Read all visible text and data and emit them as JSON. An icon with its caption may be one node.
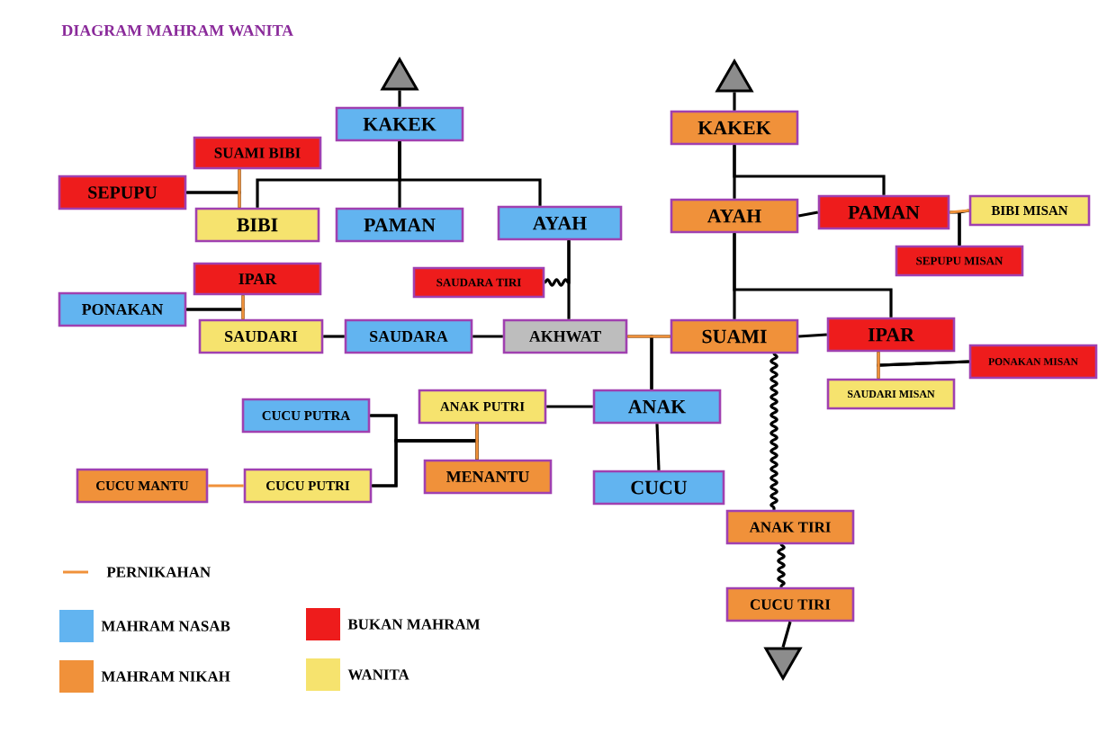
{
  "diagram": {
    "title": "DIAGRAM MAHRAM WANITA",
    "nodes": [
      {
        "text": [
          "KAKEK"
        ]
      },
      {
        "text": [
          "SUAMI BIBI"
        ]
      },
      {
        "text": [
          "SEPUPU"
        ]
      },
      {
        "text": [
          "BIBI"
        ]
      },
      {
        "text": [
          "PAMAN"
        ]
      },
      {
        "text": [
          "AYAH"
        ]
      },
      {
        "text": [
          "SAUDARA TIRI"
        ]
      },
      {
        "text": [
          "IPAR"
        ]
      },
      {
        "text": [
          "PONAKAN"
        ]
      },
      {
        "text": [
          "SAUDARI"
        ]
      },
      {
        "text": [
          "SAUDARA"
        ]
      },
      {
        "text": [
          "AKHWAT"
        ]
      },
      {
        "text": [
          "KAKEK"
        ]
      },
      {
        "text": [
          "AYAH"
        ]
      },
      {
        "text": [
          "PAMAN"
        ]
      },
      {
        "text": [
          "BIBI MISAN"
        ]
      },
      {
        "text": [
          "SEPUPU MISAN"
        ]
      },
      {
        "text": [
          "SUAMI"
        ]
      },
      {
        "text": [
          "IPAR"
        ]
      },
      {
        "text": [
          "PONAKAN MISAN"
        ]
      },
      {
        "text": [
          "SAUDARI MISAN"
        ]
      },
      {
        "text": [
          "CUCU PUTRA"
        ]
      },
      {
        "text": [
          "ANAK PUTRI"
        ]
      },
      {
        "text": [
          "ANAK"
        ]
      },
      {
        "text": [
          "MENANTU"
        ]
      },
      {
        "text": [
          "CUCU MANTU"
        ]
      },
      {
        "text": [
          "CUCU PUTRI"
        ]
      },
      {
        "text": [
          "CUCU"
        ]
      },
      {
        "text": [
          "ANAK TIRI"
        ]
      },
      {
        "text": [
          "CUCU TIRI"
        ]
      },
      {
        "text": [],
        "shape": "triangle"
      },
      {
        "text": [],
        "shape": "triangle"
      },
      {
        "text": [],
        "shape": "triangle"
      }
    ],
    "edges": [
      {
        "from": 0,
        "to": 30,
        "arrow": "none"
      },
      {
        "from": 0,
        "to": 3,
        "arrow": "none"
      },
      {
        "from": 0,
        "to": 4,
        "arrow": "none"
      },
      {
        "from": 0,
        "to": 5,
        "arrow": "none"
      },
      {
        "from": 1,
        "to": 3,
        "arrow": "none",
        "color": "#f0913a"
      },
      {
        "from": 1,
        "to": 2,
        "arrow": "none"
      },
      {
        "from": 3,
        "to": 2,
        "arrow": "none"
      },
      {
        "from": 7,
        "to": 9,
        "arrow": "none",
        "color": "#f0913a"
      },
      {
        "from": 7,
        "to": 8,
        "arrow": "none"
      },
      {
        "from": 9,
        "to": 8,
        "arrow": "none"
      },
      {
        "from": 9,
        "to": 10,
        "arrow": "none"
      },
      {
        "from": 10,
        "to": 11,
        "arrow": "none"
      },
      {
        "from": 5,
        "to": 11,
        "arrow": "none"
      },
      {
        "from": 6,
        "to": 5,
        "arrow": "none"
      },
      {
        "from": 11,
        "to": 23,
        "arrow": "none"
      },
      {
        "from": 17,
        "to": 23,
        "arrow": "none"
      },
      {
        "from": 11,
        "to": 17,
        "arrow": "none",
        "color": "#f0913a"
      },
      {
        "from": 12,
        "to": 31,
        "arrow": "none"
      },
      {
        "from": 12,
        "to": 13,
        "arrow": "none"
      },
      {
        "from": 12,
        "to": 14,
        "arrow": "none"
      },
      {
        "from": 13,
        "to": 14,
        "arrow": "none"
      },
      {
        "from": 14,
        "to": 15,
        "arrow": "none",
        "color": "#f0913a"
      },
      {
        "from": 14,
        "to": 16,
        "arrow": "none"
      },
      {
        "from": 15,
        "to": 16,
        "arrow": "none"
      },
      {
        "from": 13,
        "to": 17,
        "arrow": "none"
      },
      {
        "from": 13,
        "to": 18,
        "arrow": "none"
      },
      {
        "from": 17,
        "to": 18,
        "arrow": "none"
      },
      {
        "from": 18,
        "to": 20,
        "arrow": "none",
        "color": "#f0913a"
      },
      {
        "from": 18,
        "to": 19,
        "arrow": "none"
      },
      {
        "from": 20,
        "to": 19,
        "arrow": "none"
      },
      {
        "from": 17,
        "to": 28,
        "arrow": "none"
      },
      {
        "from": 28,
        "to": 29,
        "arrow": "none"
      },
      {
        "from": 29,
        "to": 32,
        "arrow": "none"
      },
      {
        "from": 23,
        "to": 22,
        "arrow": "none"
      },
      {
        "from": 23,
        "to": 27,
        "arrow": "none"
      },
      {
        "from": 22,
        "to": 24,
        "arrow": "none",
        "color": "#f0913a"
      },
      {
        "from": 22,
        "to": 21,
        "arrow": "none"
      },
      {
        "from": 24,
        "to": 21,
        "arrow": "none"
      },
      {
        "from": 22,
        "to": 26,
        "arrow": "none"
      },
      {
        "from": 24,
        "to": 26,
        "arrow": "none"
      },
      {
        "from": 26,
        "to": 25,
        "arrow": "none",
        "color": "#f0913a"
      }
    ],
    "legend": [
      {
        "text": "PERNIKAHAN"
      },
      {
        "text": "MAHRAM NASAB",
        "color": "#62b4f0"
      },
      {
        "text": "BUKAN MAHRAM",
        "color": "#ee1c1c"
      },
      {
        "text": "MAHRAM NIKAH",
        "color": "#f0913a"
      },
      {
        "text": "WANITA",
        "color": "#f6e36e"
      }
    ]
  }
}
